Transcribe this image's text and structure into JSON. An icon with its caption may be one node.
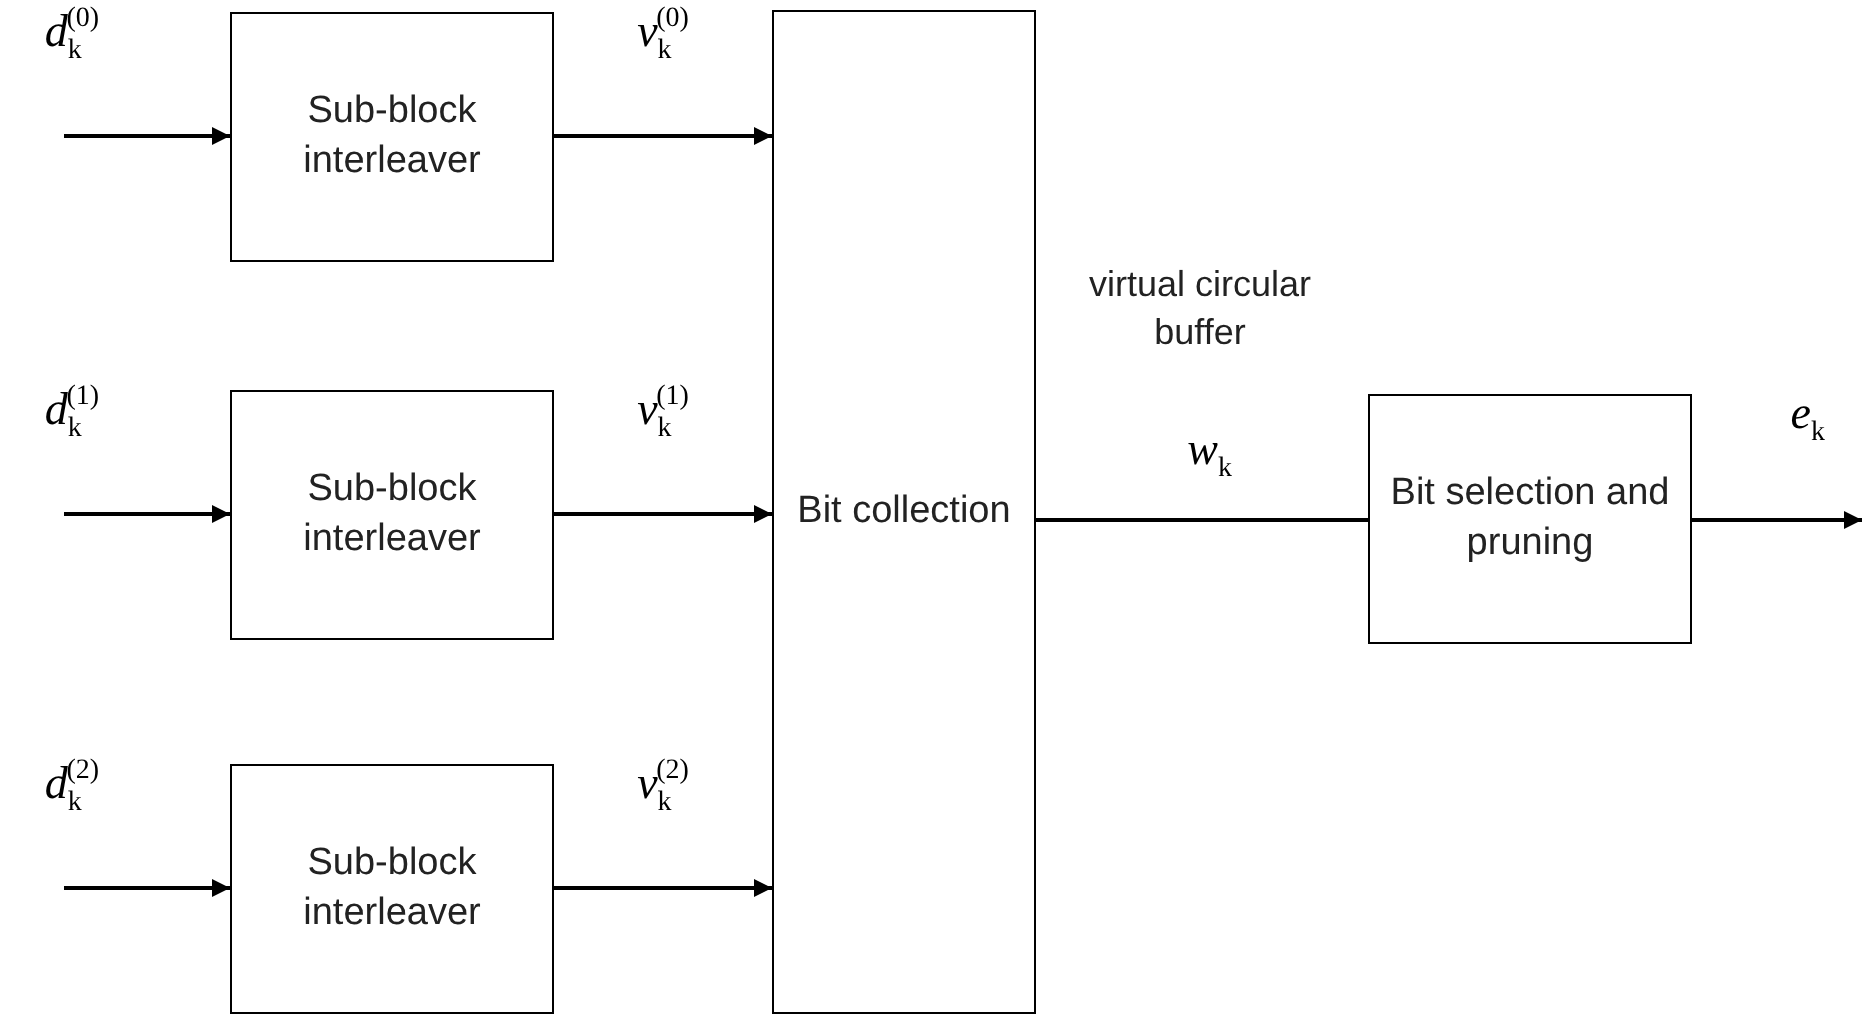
{
  "diagram": {
    "nodes": [
      {
        "text": [
          "Sub-block interleaver"
        ]
      },
      {
        "text": [
          "Sub-block interleaver"
        ]
      },
      {
        "text": [
          "Sub-block interleaver"
        ]
      },
      {
        "text": [
          "Bit collection"
        ]
      },
      {
        "text": [
          "Bit selection and pruning"
        ]
      }
    ],
    "edges": [
      {
        "from": null,
        "to": 0,
        "arrow": "to",
        "label": "*d*$_{k}$$^{(0)}$"
      },
      {
        "from": null,
        "to": 1,
        "arrow": "to",
        "label": "*d*$_{k}$$^{(1)}$"
      },
      {
        "from": null,
        "to": 2,
        "arrow": "to",
        "label": "*d*$_{k}$$^{(2)}$"
      },
      {
        "from": 0,
        "to": 3,
        "arrow": "to",
        "label": "*v*$_{k}$$^{(0)}$"
      },
      {
        "from": 1,
        "to": 3,
        "arrow": "to",
        "label": "*v*$_{k}$$^{(1)}$"
      },
      {
        "from": 2,
        "to": 3,
        "arrow": "to",
        "label": "*v*$_{k}$$^{(2)}$"
      },
      {
        "from": 3,
        "to": 4,
        "arrow": "none",
        "label": "*w*$_{k}$"
      },
      {
        "from": 4,
        "to": null,
        "arrow": "to",
        "label": "*e*$_{k}$"
      }
    ],
    "labels": [
      "virtual circular buffer"
    ]
  }
}
